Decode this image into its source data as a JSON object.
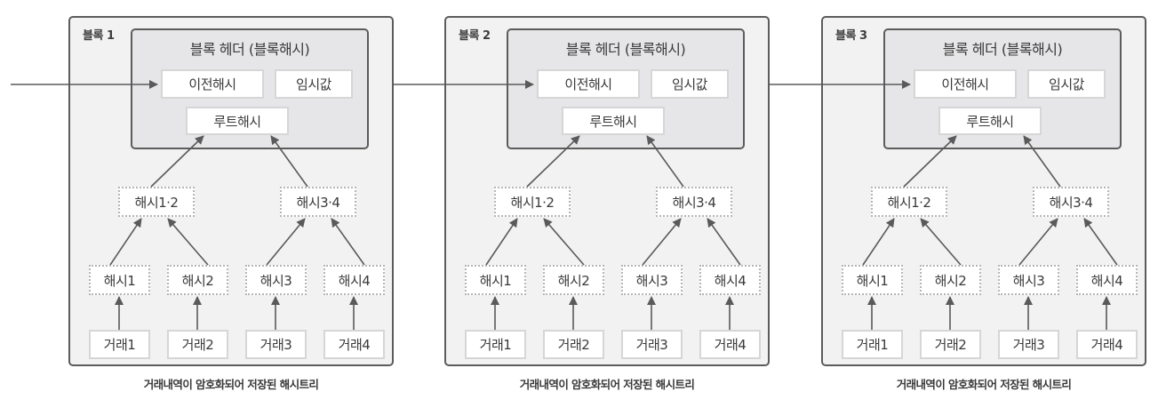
{
  "diagram_title": "블록체인 구조",
  "blocks": [
    {
      "label": "블록 1",
      "header_title": "블록 헤더 (블록해시)",
      "prev_hash": "이전해시",
      "nonce": "임시값",
      "root_hash": "루트해시",
      "intermediate_hashes": [
        "해시1·2",
        "해시3·4"
      ],
      "leaf_hashes": [
        "해시1",
        "해시2",
        "해시3",
        "해시4"
      ],
      "transactions": [
        "거래1",
        "거래2",
        "거래3",
        "거래4"
      ],
      "caption": "거래내역이 암호화되어 저장된 해시트리"
    },
    {
      "label": "블록 2",
      "header_title": "블록 헤더 (블록해시)",
      "prev_hash": "이전해시",
      "nonce": "임시값",
      "root_hash": "루트해시",
      "intermediate_hashes": [
        "해시1·2",
        "해시3·4"
      ],
      "leaf_hashes": [
        "해시1",
        "해시2",
        "해시3",
        "해시4"
      ],
      "transactions": [
        "거래1",
        "거래2",
        "거래3",
        "거래4"
      ],
      "caption": "거래내역이 암호화되어 저장된 해시트리"
    },
    {
      "label": "블록 3",
      "header_title": "블록 헤더 (블록해시)",
      "prev_hash": "이전해시",
      "nonce": "임시값",
      "root_hash": "루트해시",
      "intermediate_hashes": [
        "해시1·2",
        "해시3·4"
      ],
      "leaf_hashes": [
        "해시1",
        "해시2",
        "해시3",
        "해시4"
      ],
      "transactions": [
        "거래1",
        "거래2",
        "거래3",
        "거래4"
      ],
      "caption": "거래내역이 암호화되어 저장된 해시트리"
    }
  ],
  "colors": {
    "border": "#5c5c5c",
    "block_fill": "#f2f2f2",
    "header_fill": "#e6e6e8",
    "arrow": "#5a5a5a",
    "text": "#3a3a3a"
  }
}
